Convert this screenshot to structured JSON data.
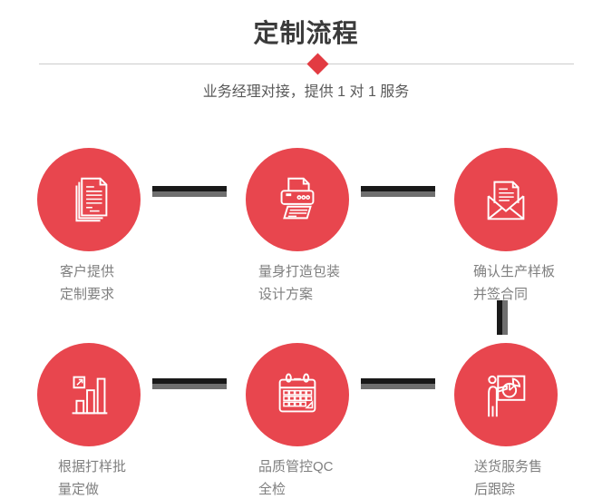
{
  "header": {
    "title": "定制流程",
    "subtitle": "业务经理对接，提供 1 对 1 服务"
  },
  "colors": {
    "accent_red": "#e8464e",
    "diamond_red": "#e23b42",
    "connector_dark": "#191919",
    "connector_gray": "#6f6f6f",
    "divider_gray": "#cccccc",
    "title_color": "#3b3b3b",
    "subtitle_color": "#595959",
    "caption_color": "#7f7f7f"
  },
  "steps": [
    {
      "icon": "document-stack-icon",
      "line1": "客户提供",
      "line2": "定制要求"
    },
    {
      "icon": "printer-icon",
      "line1": "量身打造包装",
      "line2": "设计方案"
    },
    {
      "icon": "envelope-letter-icon",
      "line1": "确认生产样板",
      "line2": "并签合同"
    },
    {
      "icon": "bar-chart-icon",
      "line1": "根据打样批",
      "line2": "量定做"
    },
    {
      "icon": "calendar-icon",
      "line1": "品质管控QC",
      "line2": "全检"
    },
    {
      "icon": "presenter-board-icon",
      "line1": "送货服务售",
      "line2": "后跟踪"
    }
  ]
}
